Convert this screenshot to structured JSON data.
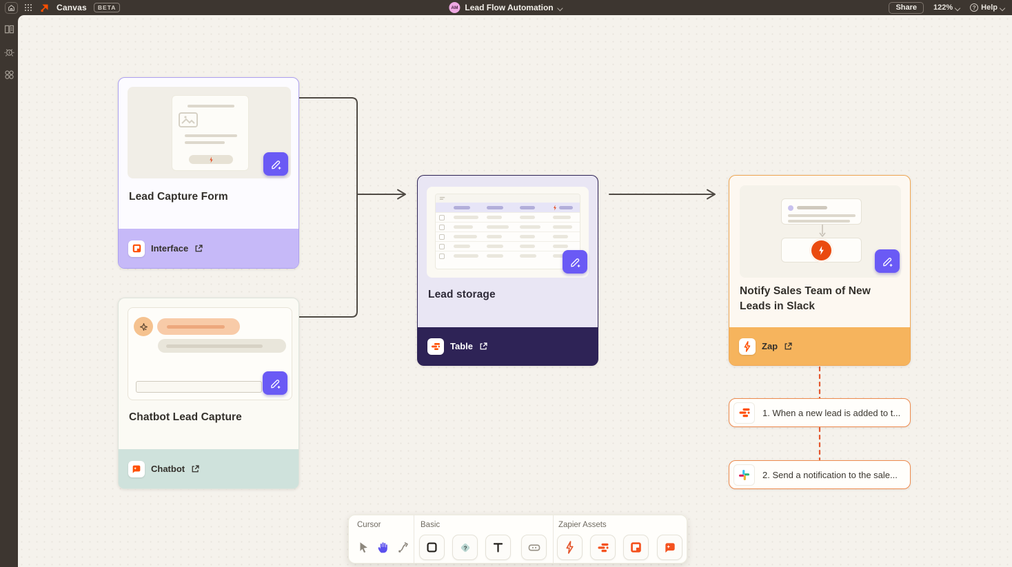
{
  "topbar": {
    "app_title": "Canvas",
    "beta_badge": "BETA",
    "document": {
      "avatar_initials": "AM",
      "title": "Lead Flow Automation"
    },
    "share_label": "Share",
    "zoom_level": "122%",
    "help_label": "Help"
  },
  "sidebar": {
    "icons": [
      "open-book-icon",
      "bug-icon",
      "shapes-icon"
    ]
  },
  "canvas": {
    "nodes": [
      {
        "title": "Lead Capture Form",
        "asset_type": "Interface"
      },
      {
        "title": "Chatbot Lead Capture",
        "asset_type": "Chatbot"
      },
      {
        "title": "Lead storage",
        "asset_type": "Table"
      },
      {
        "title": "Notify Sales Team of New Leads in Slack",
        "asset_type": "Zap"
      }
    ],
    "zap_steps": [
      {
        "label": "1. When a new lead is added to t...",
        "app_icon": "zapier-tables-icon"
      },
      {
        "label": "2. Send a notification to the sale...",
        "app_icon": "slack-icon"
      }
    ]
  },
  "toolbar": {
    "sections": [
      {
        "label": "Cursor",
        "tools": [
          "select-cursor",
          "hand-pan",
          "connector"
        ]
      },
      {
        "label": "Basic",
        "tools": [
          "shape",
          "prompt",
          "text",
          "button"
        ]
      },
      {
        "label": "Zapier Assets",
        "tools": [
          "zap",
          "table",
          "interface",
          "chatbot"
        ]
      }
    ]
  },
  "colors": {
    "brand_orange": "#ff4f00",
    "edit_purple": "#6a5af5",
    "interface_footer": "#c6b9f8",
    "chatbot_footer": "#cfe2dc",
    "table_footer": "#2e2356",
    "zap_footer": "#f6b45d",
    "chip_border": "#ed8a4d",
    "connector_gray": "#4f4a44",
    "dashed_orange": "#e4572e"
  }
}
